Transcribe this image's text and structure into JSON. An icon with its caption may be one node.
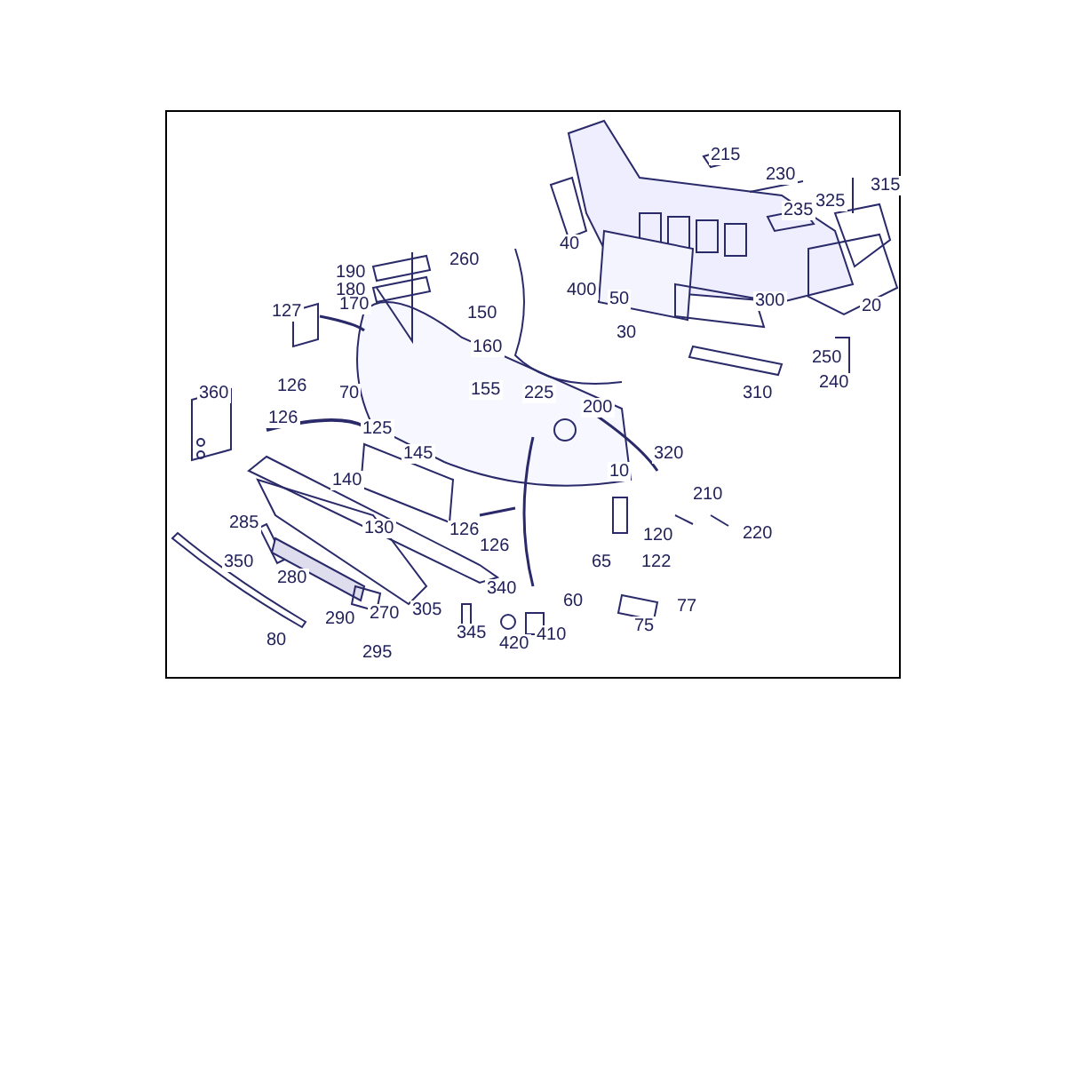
{
  "diagram": {
    "labels": [
      "215",
      "230",
      "315",
      "325",
      "235",
      "260",
      "40",
      "190",
      "400",
      "180",
      "50",
      "170",
      "127",
      "150",
      "300",
      "20",
      "30",
      "160",
      "250",
      "126",
      "70",
      "155",
      "225",
      "310",
      "240",
      "360",
      "126",
      "125",
      "200",
      "145",
      "320",
      "140",
      "10",
      "210",
      "220",
      "130",
      "126",
      "126",
      "285",
      "120",
      "65",
      "122",
      "350",
      "280",
      "340",
      "60",
      "77",
      "305",
      "270",
      "290",
      "75",
      "345",
      "410",
      "80",
      "420",
      "295"
    ]
  }
}
